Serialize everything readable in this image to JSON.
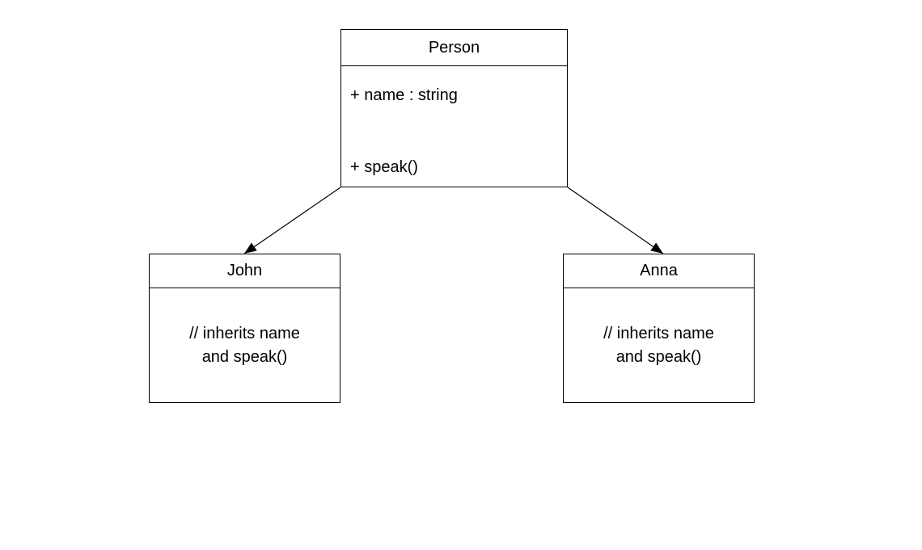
{
  "diagram": {
    "colors": {
      "line": "#000000",
      "text": "#000000",
      "background": "#ffffff"
    },
    "person": {
      "title": "Person",
      "attribute": "+ name : string",
      "method": "+ speak()"
    },
    "john": {
      "title": "John",
      "note_line1": "// inherits name",
      "note_line2": "and speak()"
    },
    "anna": {
      "title": "Anna",
      "note_line1": "// inherits name",
      "note_line2": "and speak()"
    }
  }
}
